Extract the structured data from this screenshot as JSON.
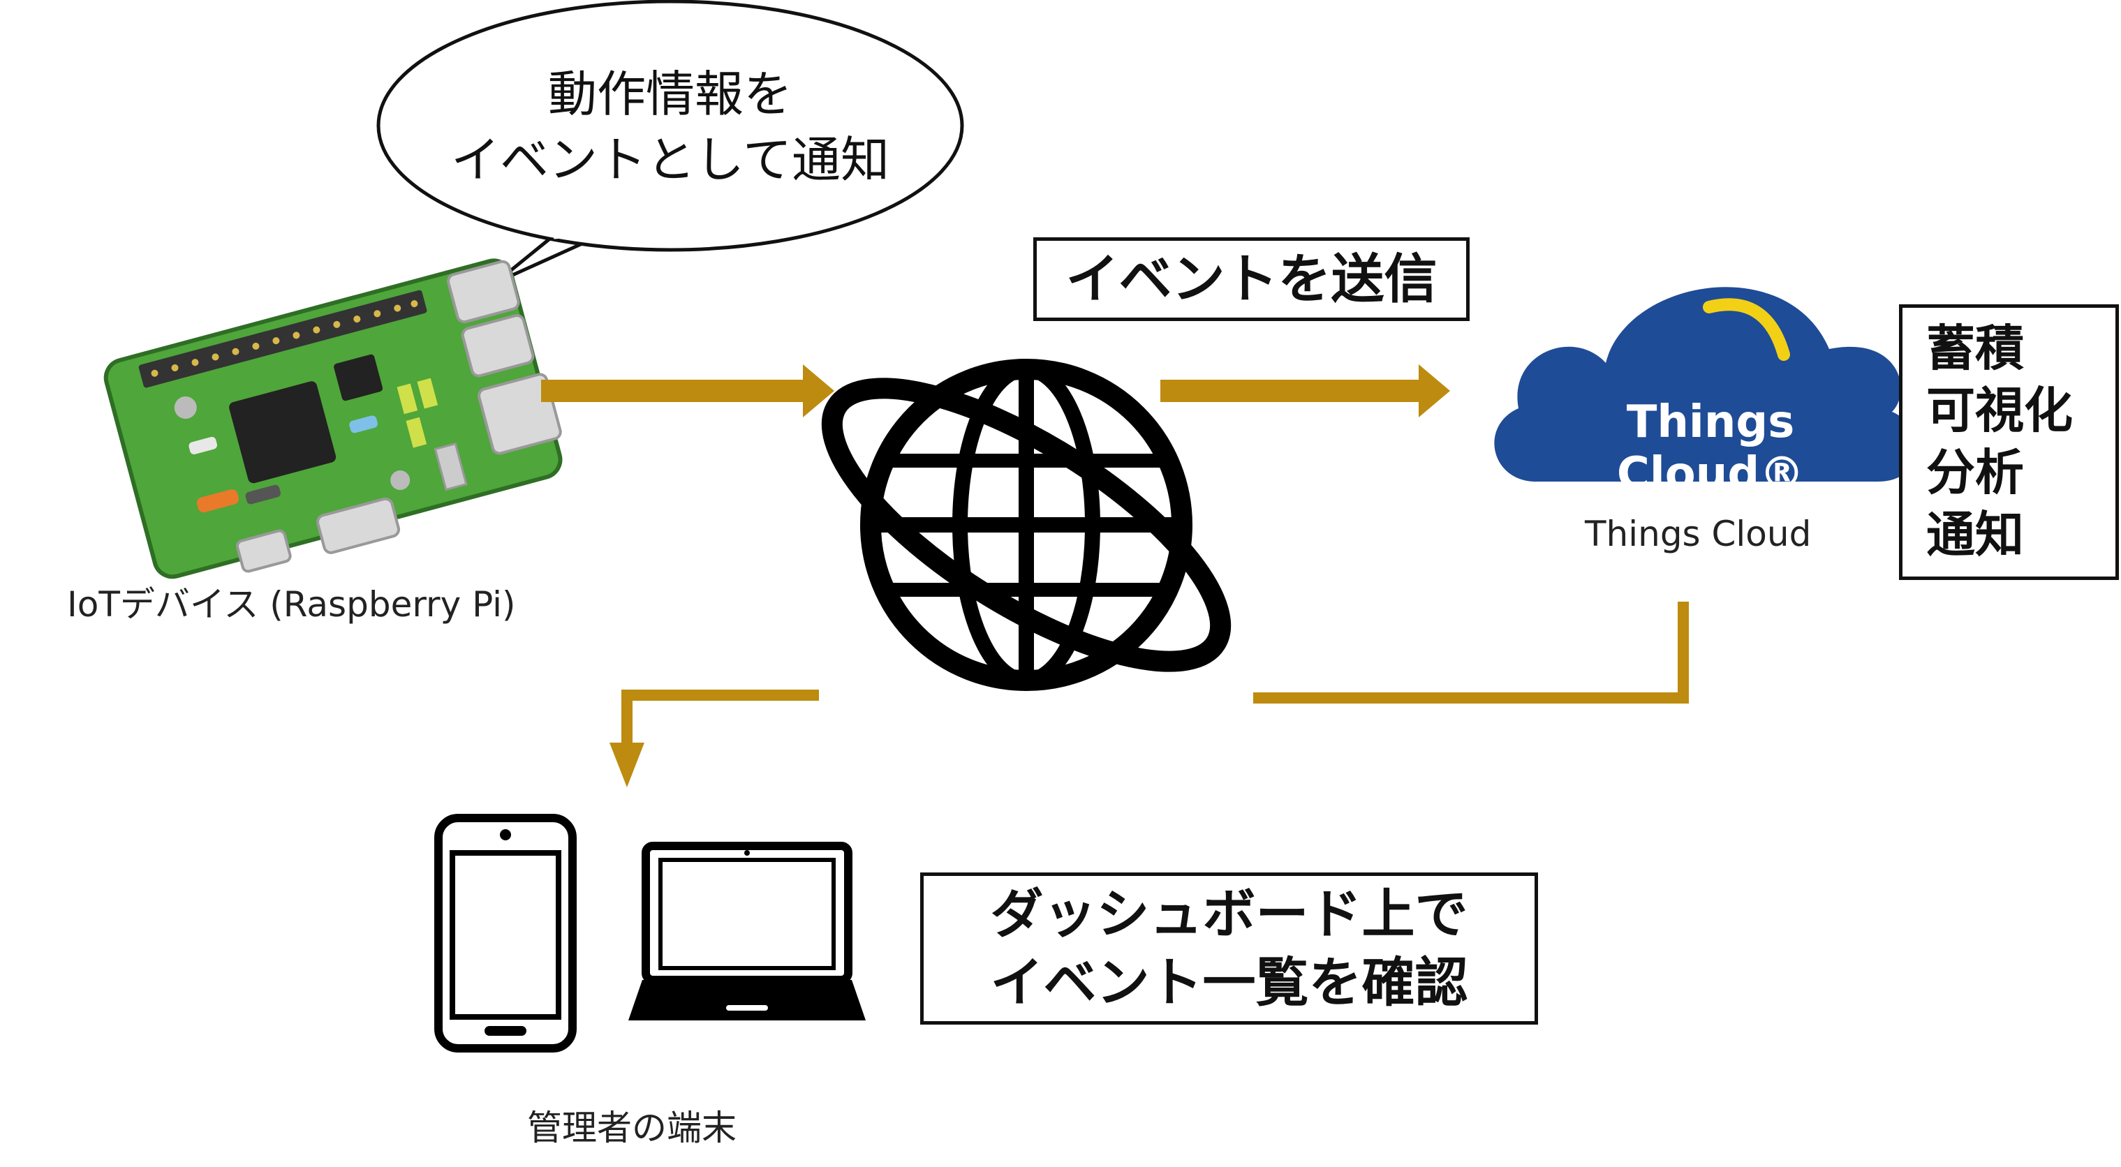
{
  "speech_bubble": {
    "lines": [
      "動作情報を",
      "イベントとして通知"
    ]
  },
  "device": {
    "label": "IoTデバイス (Raspberry Pi)"
  },
  "send_box": {
    "label": "イベントを送信"
  },
  "cloud": {
    "logo_text": "Things Cloud®",
    "label": "Things Cloud"
  },
  "features_box": {
    "items": [
      "蓄積",
      "可視化",
      "分析",
      "通知"
    ]
  },
  "dashboard_box": {
    "lines": [
      "ダッシュボード上で",
      "イベント一覧を確認"
    ]
  },
  "terminal": {
    "label": "管理者の端末"
  },
  "colors": {
    "arrow": "#BD8B0F",
    "cloud_fill": "#1F4C96",
    "cloud_accent": "#F2D016",
    "board_green": "#4FA63A"
  },
  "icons": [
    "raspberry-pi-board-icon",
    "globe-icon",
    "cloud-icon",
    "smartphone-icon",
    "laptop-icon"
  ]
}
